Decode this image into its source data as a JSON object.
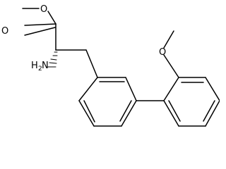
{
  "molecule": {
    "atom_labels": {
      "ester_oxygen": "O",
      "carbonyl_oxygen": "O",
      "amine_h": "H",
      "amine_h_count": "2",
      "amine_n": "N",
      "ether_oxygen": "O"
    }
  }
}
